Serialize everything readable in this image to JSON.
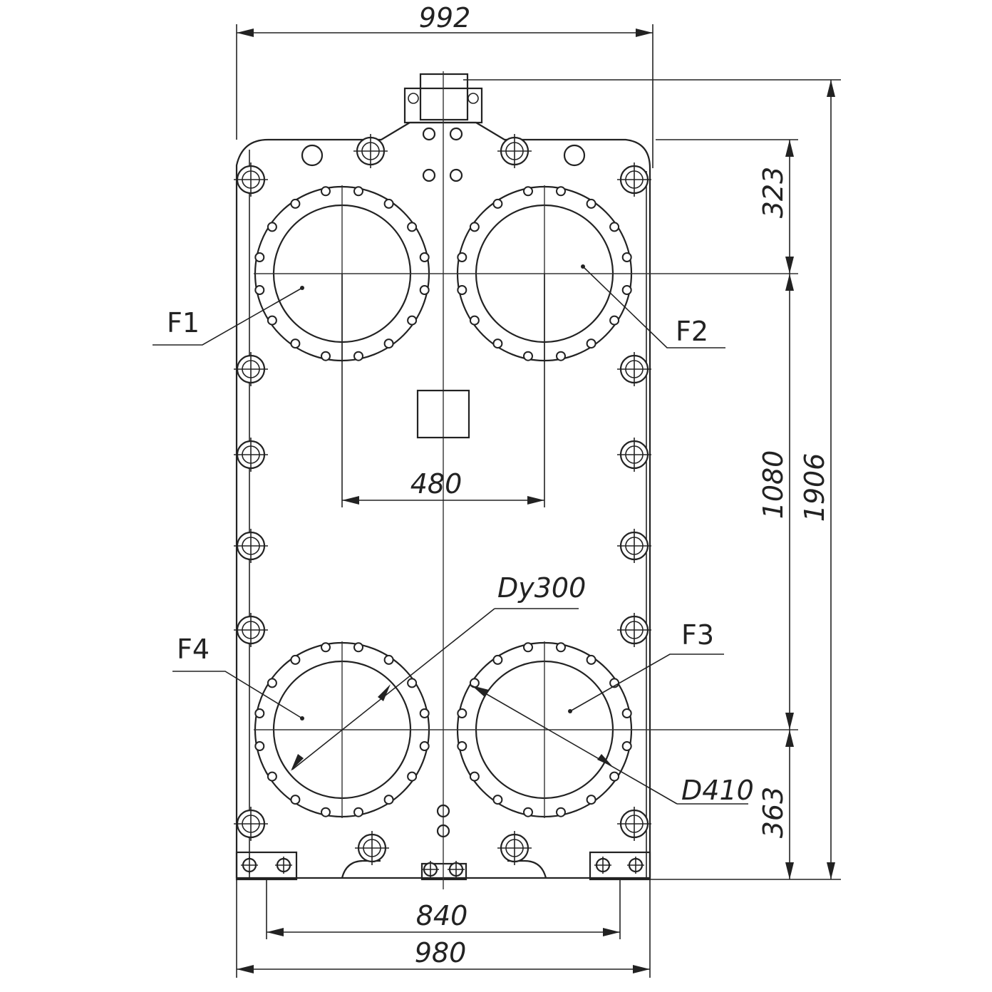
{
  "dimensions": {
    "overall_width": "992",
    "port_spacing": "480",
    "foot_spacing": "840",
    "frame_width": "980",
    "top_to_port": "323",
    "port_vertical_spacing": "1080",
    "overall_height": "1906",
    "bottom_to_port": "363"
  },
  "ports": {
    "f1": "F1",
    "f2": "F2",
    "f3": "F3",
    "f4": "F4"
  },
  "callouts": {
    "nominal_diameter": "Dy300",
    "outer_diameter": "D410"
  },
  "colors": {
    "line": "#222222",
    "background": "#ffffff"
  }
}
